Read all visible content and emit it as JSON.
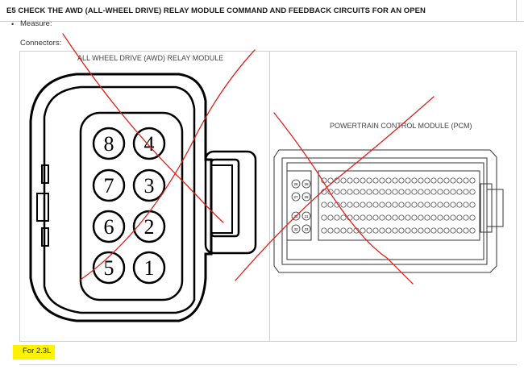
{
  "header": {
    "title": "E5 CHECK THE AWD (ALL-WHEEL DRIVE) RELAY MODULE COMMAND AND FEEDBACK CIRCUITS FOR AN OPEN"
  },
  "bullet": "•",
  "measure_label": "Measure:",
  "connectors_label": "Connectors:",
  "diagram": {
    "awd_title": "ALL WHEEL DRIVE (AWD) RELAY MODULE",
    "pcm_title": "POWERTRAIN CONTROL MODULE (PCM)",
    "pins": [
      {
        "label": "8"
      },
      {
        "label": "4"
      },
      {
        "label": "7"
      },
      {
        "label": "3"
      },
      {
        "label": "6"
      },
      {
        "label": "2"
      },
      {
        "label": "5"
      },
      {
        "label": "1"
      }
    ],
    "pcm_pins": [
      "26",
      "28",
      "27",
      "29",
      "30",
      "31",
      "32",
      "33"
    ]
  },
  "note": {
    "text": "For 2.3L",
    "color": "#fff200"
  },
  "annotation_color": "#e0201b"
}
